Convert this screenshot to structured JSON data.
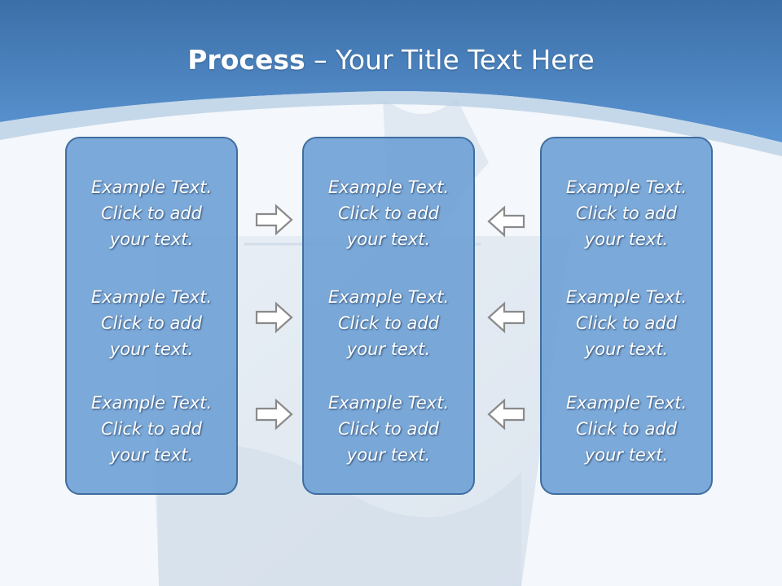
{
  "title": {
    "bold": "Process",
    "rest": " – Your Title Text Here"
  },
  "panels": {
    "left": [
      "Example Text.\nClick  to add\nyour text.",
      "Example Text.\nClick  to add\nyour text.",
      "Example Text.\nClick  to add\nyour text."
    ],
    "center": [
      "Example Text.\nClick  to add\nyour text.",
      "Example Text.\nClick  to add\nyour text.",
      "Example Text.\nClick  to add\nyour text."
    ],
    "right": [
      "Example Text.\nClick  to add\nyour text.",
      "Example Text.\nClick  to add\nyour text.",
      "Example Text.\nClick  to add\nyour text."
    ]
  },
  "icons": {
    "left_arrows": "arrow-right-icon",
    "right_arrows": "arrow-left-icon"
  },
  "colors": {
    "header": "#4a86c8",
    "panel": "#70a2d6",
    "panel_border": "#3f6e9f",
    "arrow": "#8a8a8a"
  }
}
